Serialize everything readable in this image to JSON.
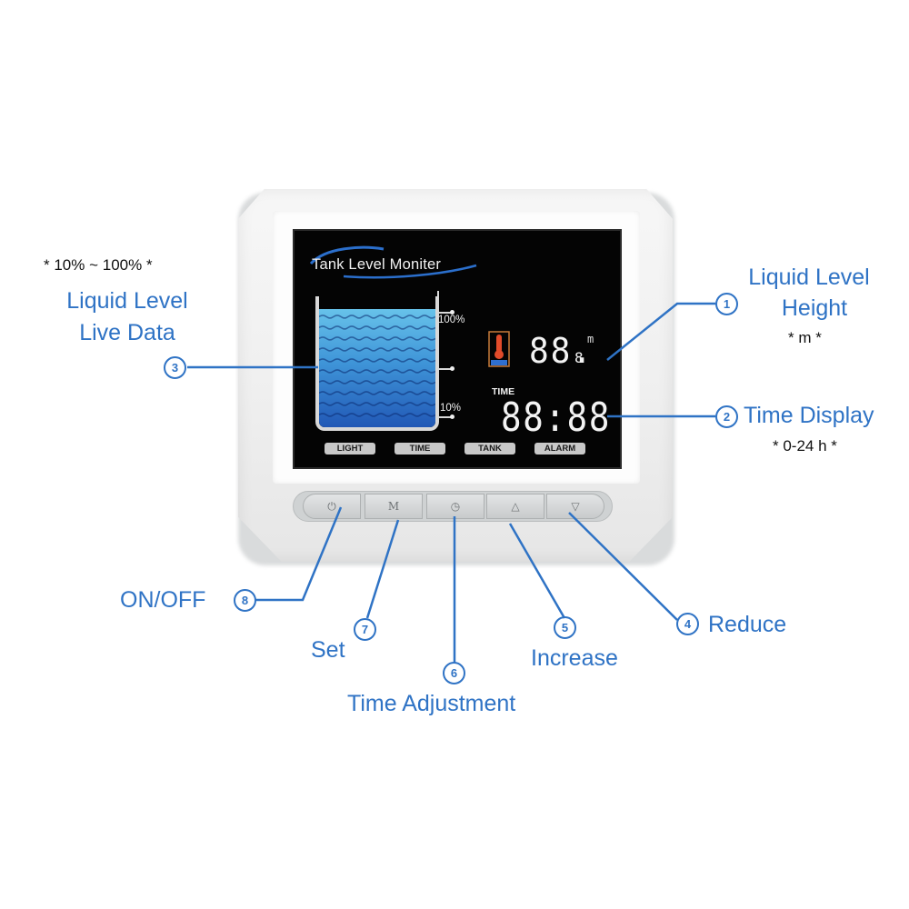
{
  "screen": {
    "title": "Tank Level Moniter",
    "scale_top": "100%",
    "scale_bottom": "10%",
    "level_readout": "88.",
    "level_readout_decimal": "8",
    "level_unit": "m",
    "time_label": "TIME",
    "time_readout": "88:88",
    "tabs": [
      "LIGHT",
      "TIME",
      "TANK",
      "ALARM"
    ],
    "tank_fill_fraction": 0.9
  },
  "keys": [
    {
      "icon": "power-icon",
      "glyph": "⏻"
    },
    {
      "icon": "m-icon",
      "glyph": "M"
    },
    {
      "icon": "clock-icon",
      "glyph": "◷"
    },
    {
      "icon": "up-arrow-icon",
      "glyph": "△"
    },
    {
      "icon": "down-arrow-icon",
      "glyph": "▽"
    }
  ],
  "callouts": {
    "range_note": "* 10% ~ 100%  *",
    "live_data": {
      "number": "3",
      "line1": "Liquid Level",
      "line2": "Live Data"
    },
    "height": {
      "number": "1",
      "line1": "Liquid Level",
      "line2": "Height",
      "note": "* m *"
    },
    "time_display": {
      "number": "2",
      "label": "Time Display",
      "note": "* 0-24 h *"
    },
    "onoff": {
      "number": "8",
      "label": "ON/OFF"
    },
    "set": {
      "number": "7",
      "label": "Set"
    },
    "time_adjust": {
      "number": "6",
      "label": "Time Adjustment"
    },
    "increase": {
      "number": "5",
      "label": "Increase"
    },
    "reduce": {
      "number": "4",
      "label": "Reduce"
    }
  },
  "colors": {
    "accent": "#2f73c5",
    "water_top": "#67c2ea",
    "water_bottom": "#2158b6"
  }
}
